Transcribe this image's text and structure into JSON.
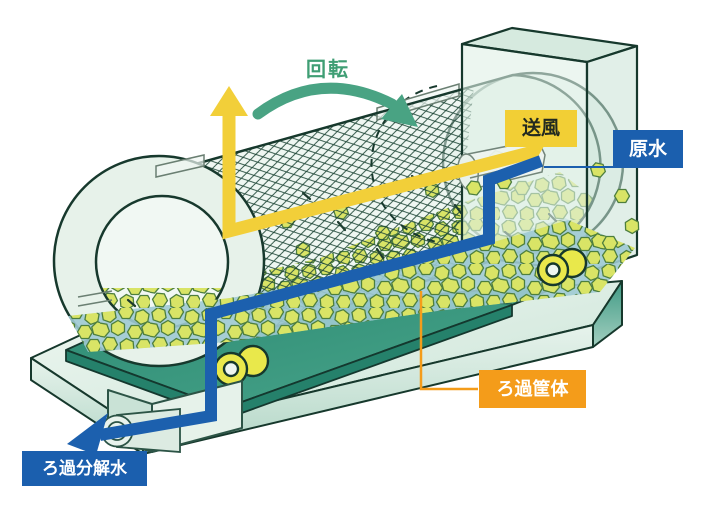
{
  "labels": {
    "rotation": "回転",
    "blower": "送風",
    "raw_water": "原水",
    "filter_housing": "ろ過筐体",
    "filtered_decomposed_water": "ろ過分解水"
  },
  "colors": {
    "pipe_yellow": "#F2CF39",
    "pipe_blue": "#1C60AE",
    "label_orange": "#F49C1A",
    "rotation_arrow_teal": "#49A383",
    "rotation_text_green": "#3F9E74",
    "base_teal": "#3F9C85",
    "hexagon_media": "#D9E466",
    "outline_dark_green": "#17392D",
    "water_blue": "#A6CED6"
  }
}
